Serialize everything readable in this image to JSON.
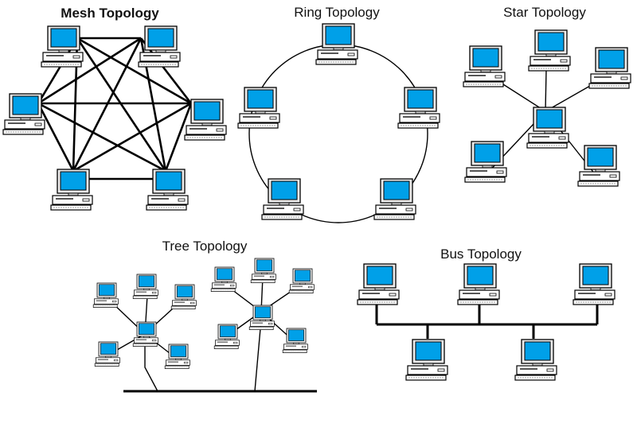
{
  "diagrams": {
    "mesh": {
      "title": "Mesh Topology"
    },
    "ring": {
      "title": "Ring Topology"
    },
    "star": {
      "title": "Star Topology"
    },
    "tree": {
      "title": "Tree Topology"
    },
    "bus": {
      "title": "Bus Topology"
    }
  },
  "colors": {
    "screen": "#00a0e8",
    "monitor_bezel": "#e8e8e8",
    "outline": "#000000",
    "background": "#ffffff"
  },
  "icons": {
    "node": "desktop-computer-icon"
  }
}
